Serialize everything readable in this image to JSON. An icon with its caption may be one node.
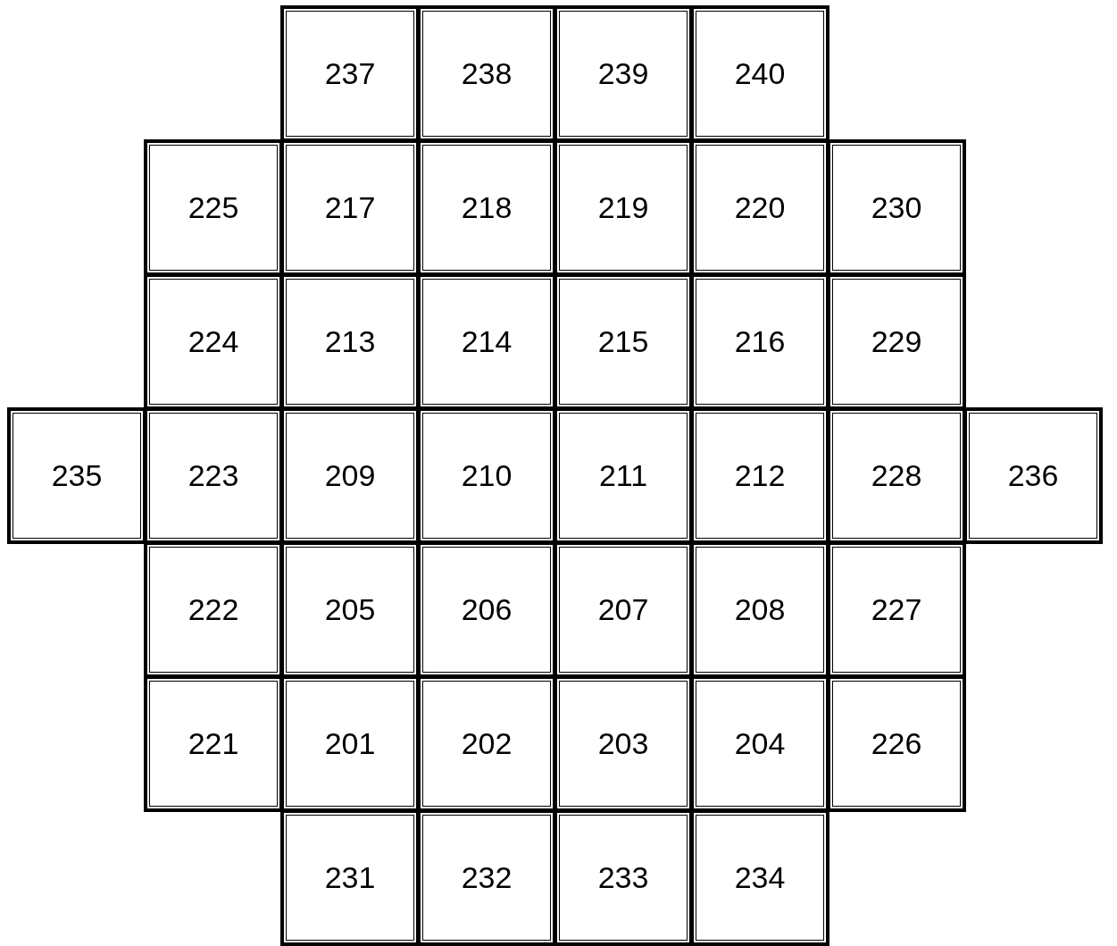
{
  "diagram": {
    "nodes": [
      {
        "text": [
          "237"
        ]
      },
      {
        "text": [
          "238"
        ]
      },
      {
        "text": [
          "239"
        ]
      },
      {
        "text": [
          "240"
        ]
      },
      {
        "text": [
          "225"
        ]
      },
      {
        "text": [
          "217"
        ]
      },
      {
        "text": [
          "218"
        ]
      },
      {
        "text": [
          "219"
        ]
      },
      {
        "text": [
          "220"
        ]
      },
      {
        "text": [
          "230"
        ]
      },
      {
        "text": [
          "224"
        ]
      },
      {
        "text": [
          "213"
        ]
      },
      {
        "text": [
          "214"
        ]
      },
      {
        "text": [
          "215"
        ]
      },
      {
        "text": [
          "216"
        ]
      },
      {
        "text": [
          "229"
        ]
      },
      {
        "text": [
          "235"
        ]
      },
      {
        "text": [
          "223"
        ]
      },
      {
        "text": [
          "209"
        ]
      },
      {
        "text": [
          "210"
        ]
      },
      {
        "text": [
          "211"
        ]
      },
      {
        "text": [
          "212"
        ]
      },
      {
        "text": [
          "228"
        ]
      },
      {
        "text": [
          "236"
        ]
      },
      {
        "text": [
          "222"
        ]
      },
      {
        "text": [
          "205"
        ]
      },
      {
        "text": [
          "206"
        ]
      },
      {
        "text": [
          "207"
        ]
      },
      {
        "text": [
          "208"
        ]
      },
      {
        "text": [
          "227"
        ]
      },
      {
        "text": [
          "221"
        ]
      },
      {
        "text": [
          "201"
        ]
      },
      {
        "text": [
          "202"
        ]
      },
      {
        "text": [
          "203"
        ]
      },
      {
        "text": [
          "204"
        ]
      },
      {
        "text": [
          "226"
        ]
      },
      {
        "text": [
          "231"
        ]
      },
      {
        "text": [
          "232"
        ]
      },
      {
        "text": [
          "233"
        ]
      },
      {
        "text": [
          "234"
        ]
      }
    ]
  }
}
